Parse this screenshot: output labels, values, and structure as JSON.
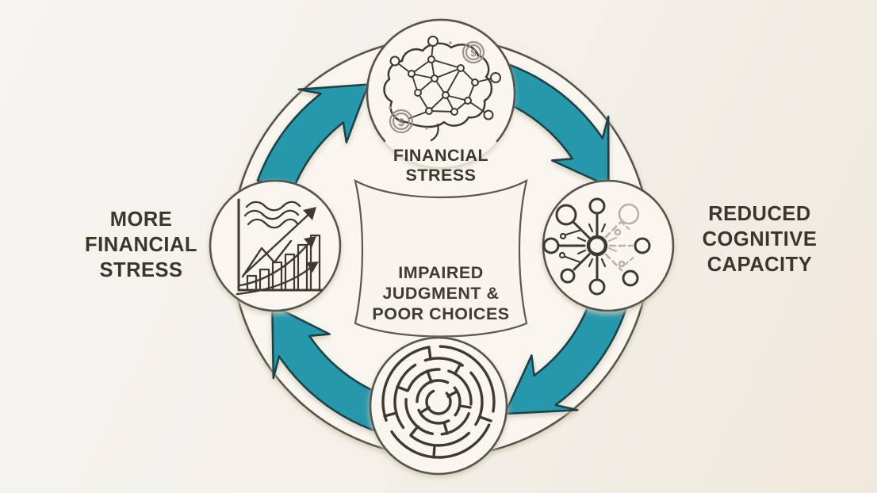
{
  "diagram": {
    "type": "cycle",
    "title_not_shown": "",
    "center_label": [
      "IMPAIRED",
      "JUDGMENT &",
      "POOR CHOICES"
    ],
    "nodes": [
      {
        "id": "financial-stress",
        "position": "top",
        "icon": "brain-network-icon",
        "label": [
          "FINANCIAL",
          "STRESS"
        ]
      },
      {
        "id": "reduced-cognitive-capacity",
        "position": "right",
        "icon": "neuron-fading-icon",
        "label": [
          "REDUCED",
          "COGNITIVE",
          "CAPACITY"
        ]
      },
      {
        "id": "impaired-judgment-poor-choices",
        "position": "bottom",
        "icon": "maze-icon",
        "label": []
      },
      {
        "id": "more-financial-stress",
        "position": "left",
        "icon": "rising-chart-icon",
        "label": [
          "MORE",
          "FINANCIAL",
          "STRESS"
        ]
      }
    ],
    "arrows": [
      {
        "from": "more-financial-stress",
        "to": "financial-stress"
      },
      {
        "from": "financial-stress",
        "to": "reduced-cognitive-capacity"
      },
      {
        "from": "reduced-cognitive-capacity",
        "to": "impaired-judgment-poor-choices"
      },
      {
        "from": "impaired-judgment-poor-choices",
        "to": "more-financial-stress"
      }
    ],
    "coin_symbol": "$",
    "colors": {
      "background": "#f4f1ea",
      "shape_fill": "#f9f6f0",
      "shape_outline": "#575349",
      "arrow_fill": "#2598ab",
      "arrow_outline": "#1f424a",
      "icon_stroke": "#3e3a32",
      "icon_faded": "#b6b2a7",
      "coin_gray": "#9a9488",
      "text": "#3b3830"
    }
  }
}
